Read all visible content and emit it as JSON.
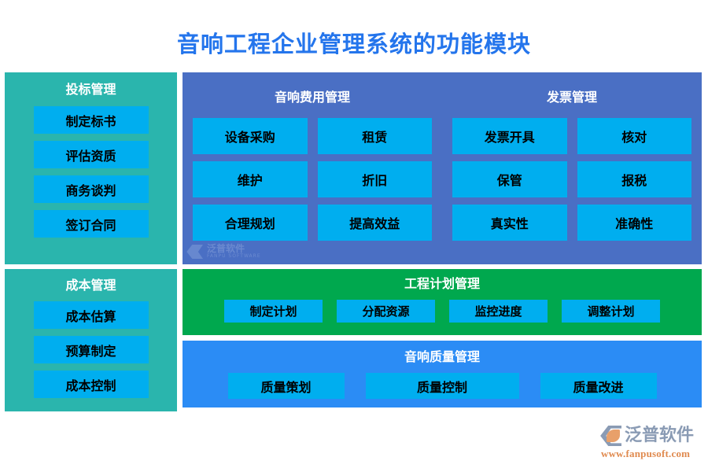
{
  "page": {
    "title": "音响工程企业管理系统的功能模块",
    "title_color": "#2475ec",
    "background": "#ffffff"
  },
  "panels": {
    "bidding": {
      "title": "投标管理",
      "color": "#2ab5ad",
      "items": [
        {
          "label": "制定标书"
        },
        {
          "label": "评估资质"
        },
        {
          "label": "商务谈判"
        },
        {
          "label": "签订合同"
        }
      ]
    },
    "cost": {
      "title": "成本管理",
      "color": "#2ab5ad",
      "items": [
        {
          "label": "成本估算"
        },
        {
          "label": "预算制定"
        },
        {
          "label": "成本控制"
        }
      ]
    },
    "finance": {
      "color": "#4a6fc4",
      "blocks": [
        {
          "title": "音响费用管理",
          "items": [
            {
              "label": "设备采购"
            },
            {
              "label": "租赁"
            },
            {
              "label": "维护"
            },
            {
              "label": "折旧"
            },
            {
              "label": "合理规划"
            },
            {
              "label": "提高效益"
            }
          ]
        },
        {
          "title": "发票管理",
          "items": [
            {
              "label": "发票开具"
            },
            {
              "label": "核对"
            },
            {
              "label": "保管"
            },
            {
              "label": "报税"
            },
            {
              "label": "真实性"
            },
            {
              "label": "准确性"
            }
          ]
        }
      ]
    },
    "plan": {
      "title": "工程计划管理",
      "color": "#00a84e",
      "items": [
        {
          "label": "制定计划"
        },
        {
          "label": "分配资源"
        },
        {
          "label": "监控进度"
        },
        {
          "label": "调整计划"
        }
      ]
    },
    "quality": {
      "title": "音响质量管理",
      "color": "#2b8cf5",
      "items": [
        {
          "label": "质量策划"
        },
        {
          "label": "质量控制"
        },
        {
          "label": "质量改进"
        }
      ]
    }
  },
  "chip_color": "#00AEEF",
  "watermark": {
    "name": "泛普软件",
    "sub": "FANPU SOFTWARE"
  },
  "brand": {
    "name": "泛普软件",
    "url": "www.fanpusoft.com"
  }
}
